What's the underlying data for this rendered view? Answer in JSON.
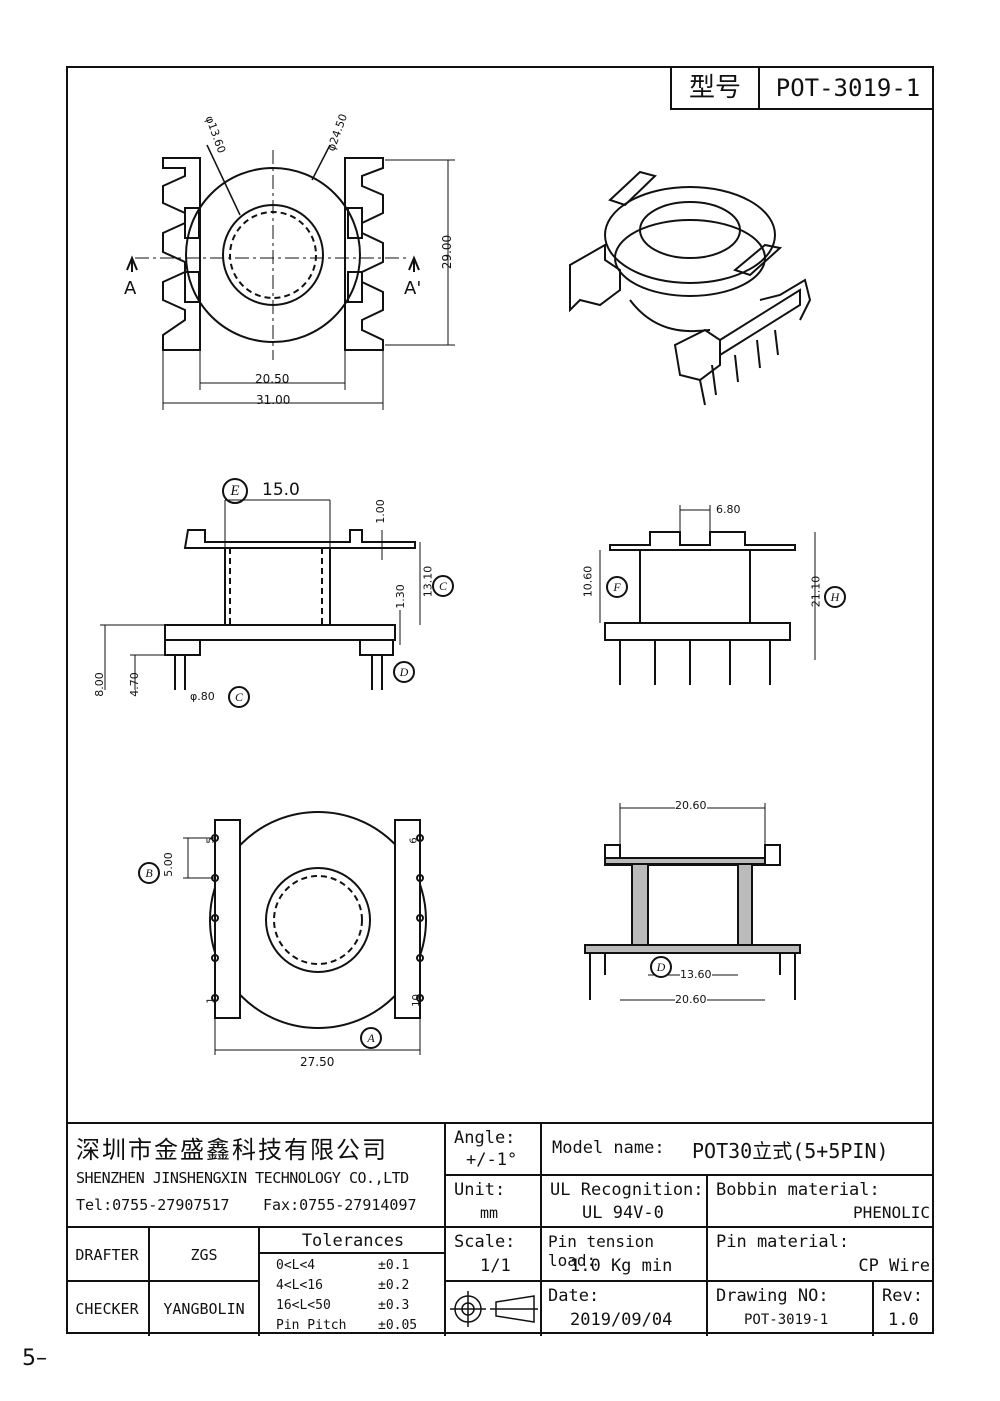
{
  "model_box": {
    "label": "型号",
    "value": "POT-3019-1"
  },
  "dims": {
    "top_inner_dia": "φ13.60",
    "top_outer_dia": "φ24.50",
    "top_height": "29.00",
    "top_inner_width": "20.50",
    "top_total_width": "31.00",
    "section_left": "A",
    "section_right": "A'",
    "side_e_label": "E",
    "side_e_val": "15.0",
    "side_flange": "1.00",
    "side_gap": "1.30",
    "side_height": "13.10",
    "side_pin_len": "8.00",
    "side_pin_len2": "4.70",
    "side_pin_dia": "φ.80",
    "circ_c": "C",
    "circ_d": "D",
    "front_width": "6.80",
    "front_f": "10.60",
    "circ_f": "F",
    "front_h": "21.10",
    "circ_h": "H",
    "bottom_b": "B",
    "bottom_pitch": "5.00",
    "bottom_width": "27.50",
    "circ_a": "A",
    "pin_5": "5",
    "pin_6": "6",
    "pin_1": "1",
    "pin_10": "10",
    "sec_top": "20.60",
    "sec_inner": "13.60",
    "sec_bottom": "20.60"
  },
  "title_block": {
    "company_cn": "深圳市金盛鑫科技有限公司",
    "company_en": "SHENZHEN JINSHENGXIN TECHNOLOGY CO.,LTD",
    "tel": "Tel:0755-27907517",
    "fax": "Fax:0755-27914097",
    "angle_label": "Angle:",
    "angle_val": "+/-1°",
    "model_label": "Model name:",
    "model_val": "POT30立式(5+5PIN)",
    "unit_label": "Unit:",
    "unit_val": "mm",
    "ul_label": "UL Recognition:",
    "ul_val": "UL 94V-0",
    "bobbin_label": "Bobbin material:",
    "bobbin_val": "PHENOLIC",
    "drafter_label": "DRAFTER",
    "drafter_val": "ZGS",
    "tol_label": "Tolerances",
    "tol_rows": [
      {
        "range": "0<L<4",
        "val": "±0.1"
      },
      {
        "range": "4<L<16",
        "val": "±0.2"
      },
      {
        "range": "16<L<50",
        "val": "±0.3"
      },
      {
        "range": "Pin Pitch",
        "val": "±0.05"
      }
    ],
    "scale_label": "Scale:",
    "scale_val": "1/1",
    "pin_tension_label": "Pin tension load:",
    "pin_tension_val": "1.0 Kg min",
    "pin_material_label": "Pin material:",
    "pin_material_val": "CP Wire",
    "checker_label": "CHECKER",
    "checker_val": "YANGBOLIN",
    "date_label": "Date:",
    "date_val": "2019/09/04",
    "drawing_label": "Drawing NO:",
    "drawing_val": "POT-3019-1",
    "rev_label": "Rev:",
    "rev_val": "1.0"
  },
  "page_mark": "5–"
}
